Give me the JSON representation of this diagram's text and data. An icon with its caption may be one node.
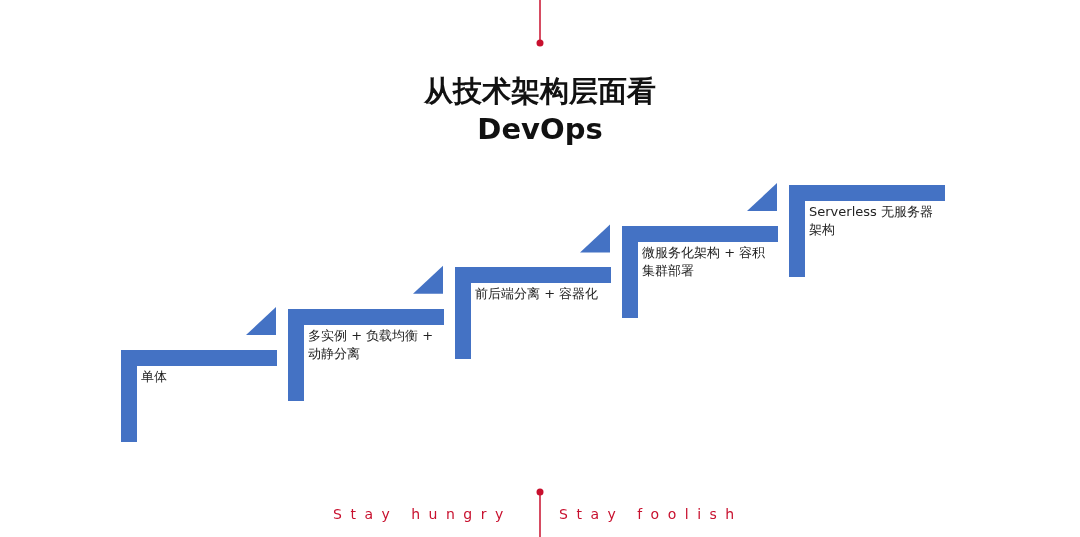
{
  "diagram": {
    "title": "从技术架构层面看 DevOps",
    "nodes": [
      {
        "text": [
          "单体"
        ]
      },
      {
        "text": [
          "多实例 + 负载均衡 + 动静分离"
        ]
      },
      {
        "text": [
          "前后端分离 + 容器化"
        ]
      },
      {
        "text": [
          "微服务化架构 + 容积集群部署"
        ]
      },
      {
        "text": [
          "Serverless 无服务器架构"
        ]
      }
    ],
    "edges": [],
    "labels": [
      "Stay hungry",
      "Stay foolish"
    ]
  }
}
